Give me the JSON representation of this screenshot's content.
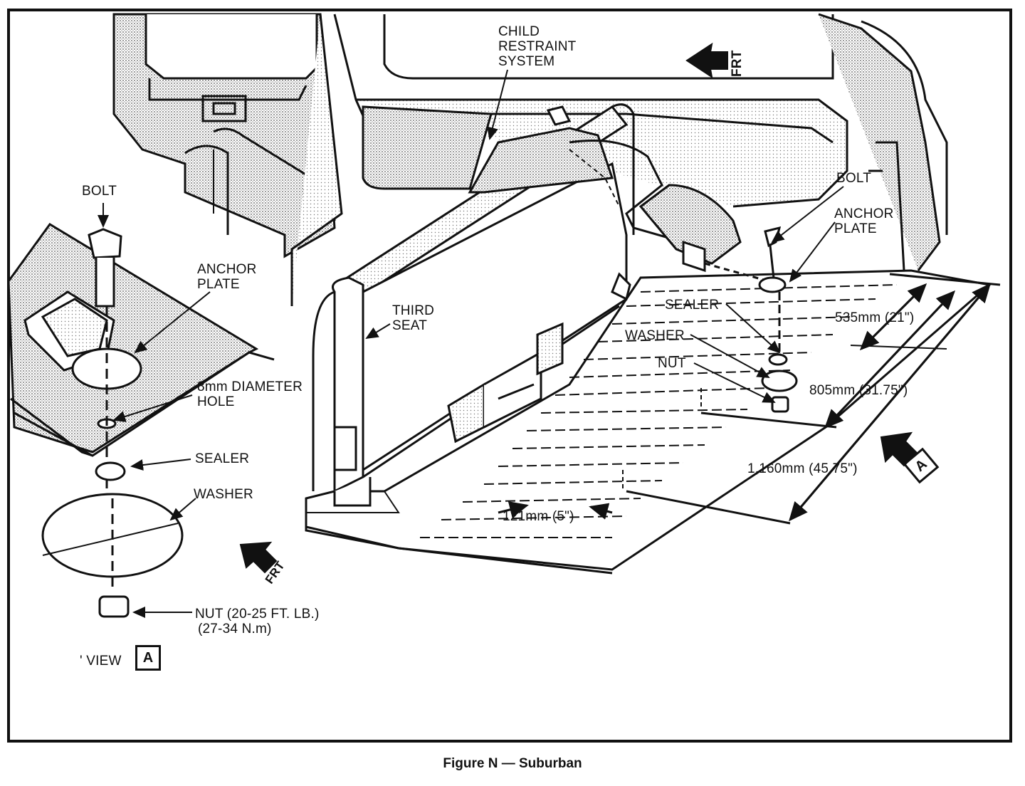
{
  "labels": {
    "child_restraint": [
      "CHILD",
      "RESTRAINT",
      "SYSTEM"
    ],
    "frt_top": "FRT",
    "bolt_left": "BOLT",
    "anchor_left": [
      "ANCHOR",
      "PLATE"
    ],
    "hole": [
      "8mm DIAMETER",
      "HOLE"
    ],
    "sealer_left": "SEALER",
    "washer_left": "WASHER",
    "frt_bottom": "FRT",
    "nut_left": [
      "NUT (20-25 FT. LB.)",
      "(27-34 N.m)"
    ],
    "view": "' VIEW",
    "view_letter": "A",
    "third_seat": [
      "THIRD",
      "SEAT"
    ],
    "bolt_right": "BOLT",
    "anchor_right": [
      "ANCHOR",
      "PLATE"
    ],
    "sealer_right": "SEALER",
    "washer_right": "WASHER",
    "nut_right": "NUT",
    "dim_535": "535mm (21\")",
    "dim_805": "805mm (31.75\")",
    "dim_1160": "1,160mm (45.75\")",
    "dim_121": "121mm (5\")",
    "arrow_letter": "A"
  },
  "caption": "Figure N — Suburban"
}
